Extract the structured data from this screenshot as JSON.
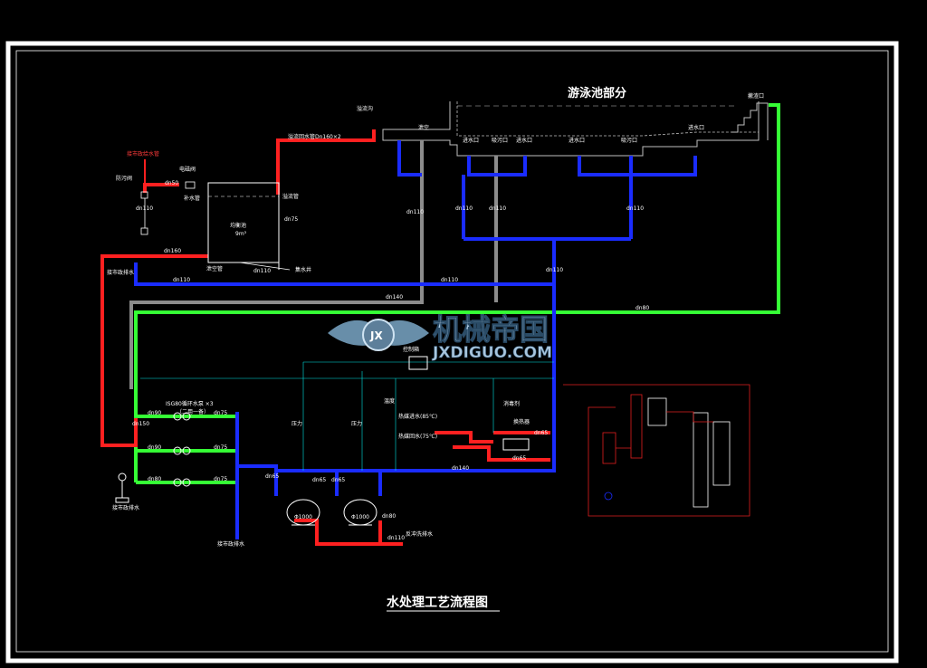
{
  "drawing": {
    "title": "水处理工艺流程图",
    "pool_title": "游泳池部分",
    "watermark_cn": "机械帝国",
    "watermark_en": "JXDIGUO.COM",
    "watermark_logo": "JX"
  },
  "labels": {
    "overflow_trench": "溢流沟",
    "overflow_return_pipe": "溢流回水管Dn160×2",
    "municipal_supply": "接市政给水管",
    "backflow_preventer": "防污阀",
    "solenoid_valve": "电磁阀",
    "makeup_water": "补水管",
    "balance_tank": "均衡池",
    "tank_volume": "9m³",
    "overflow_pipe": "溢流管",
    "drain_pipe": "泄空管",
    "sump": "集水井",
    "near_drain": "接市政排水",
    "pool_drain": "泄空",
    "water_inlet_1": "进水口",
    "water_inlet_2": "进水口",
    "water_inlet_3": "进水口",
    "water_inlet_4": "进水口",
    "suction_1": "吸污口",
    "suction_2": "吸污口",
    "skimmer": "撇渣口",
    "pumps": "ISG80循环水泵 ×3",
    "pumps_note": "（二用一备）",
    "hot_supply": "热媒进水(85℃)",
    "hot_return": "热媒回水(75℃)",
    "heat_exchanger": "换热器",
    "control_box": "控制箱",
    "filter_1": "Φ1000",
    "filter_2": "Φ1000",
    "backwash_drain": "反冲洗排水",
    "pump_drain": "接市政排水",
    "pressure_1": "压力",
    "pressure_2": "压力",
    "temperature": "温度",
    "disinfector": "消毒剂"
  },
  "pipe_sizes": {
    "p1": "dn110",
    "p2": "dn110",
    "p3": "dn110",
    "p4": "dn160",
    "p5": "dn110",
    "p6": "dn110",
    "p7": "dn110",
    "p8": "dn75",
    "p9": "dn140",
    "p10": "dn80",
    "p11": "dn150",
    "p12": "dn75",
    "p13": "dn75",
    "p14": "dn75",
    "p15": "dn90",
    "p16": "dn90",
    "p17": "dn80",
    "p18": "dn65",
    "p19": "dn65",
    "p20": "dn65",
    "p21": "dn80",
    "p22": "dn110",
    "p23": "dn140",
    "p24": "dn65",
    "p25": "dn65",
    "p26": "dn50",
    "p27": "dn110",
    "p28": "dn110",
    "p29": "dn110"
  },
  "colors": {
    "background": "#000000",
    "frame": "#ffffff",
    "return_pipe": "#1a2cff",
    "supply_pipe": "#35ff35",
    "hot_pipe": "#ff2020",
    "drain_pipe": "#8c8c8c",
    "outline": "#ffffff",
    "cyan_line": "#00e5e5",
    "control_red": "#e02020"
  }
}
